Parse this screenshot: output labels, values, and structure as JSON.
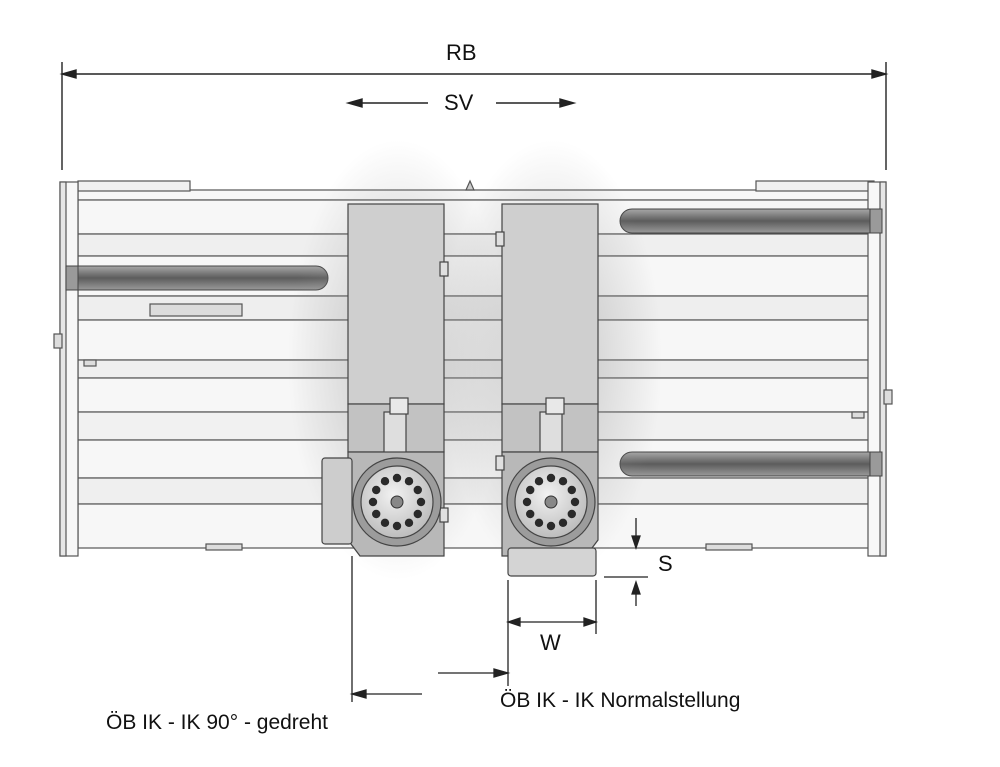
{
  "labels": {
    "rb": "RB",
    "sv": "SV",
    "s": "S",
    "w": "W",
    "normal": "ÖB IK - IK Normalstellung",
    "rotated": "ÖB IK - IK 90° - gedreht"
  }
}
